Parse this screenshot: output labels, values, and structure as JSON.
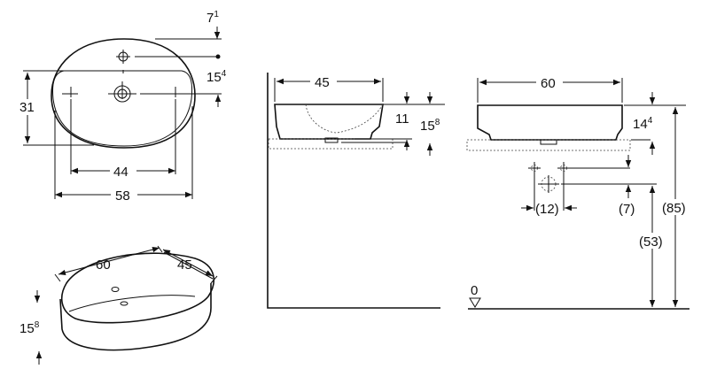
{
  "top_view": {
    "dim_top": {
      "base": "7",
      "sup": "1"
    },
    "dim_tap": {
      "base": "15",
      "sup": "4"
    },
    "dim_depth": "31",
    "dim_holes": "44",
    "dim_width": "58"
  },
  "side_view": {
    "dim_depth": "45",
    "dim_height": "11",
    "dim_total": {
      "base": "15",
      "sup": "8"
    }
  },
  "front_view": {
    "dim_width": "60",
    "dim_height": {
      "base": "14",
      "sup": "4"
    },
    "dim_pipe_spacing": "(12)",
    "dim_pipe_offset": "(7)",
    "dim_pipe_height": "(53)",
    "dim_rim_height": "(85)",
    "floor_level": "0"
  },
  "iso_view": {
    "dim_width": "60",
    "dim_depth": "45",
    "dim_height": {
      "base": "15",
      "sup": "8"
    }
  }
}
